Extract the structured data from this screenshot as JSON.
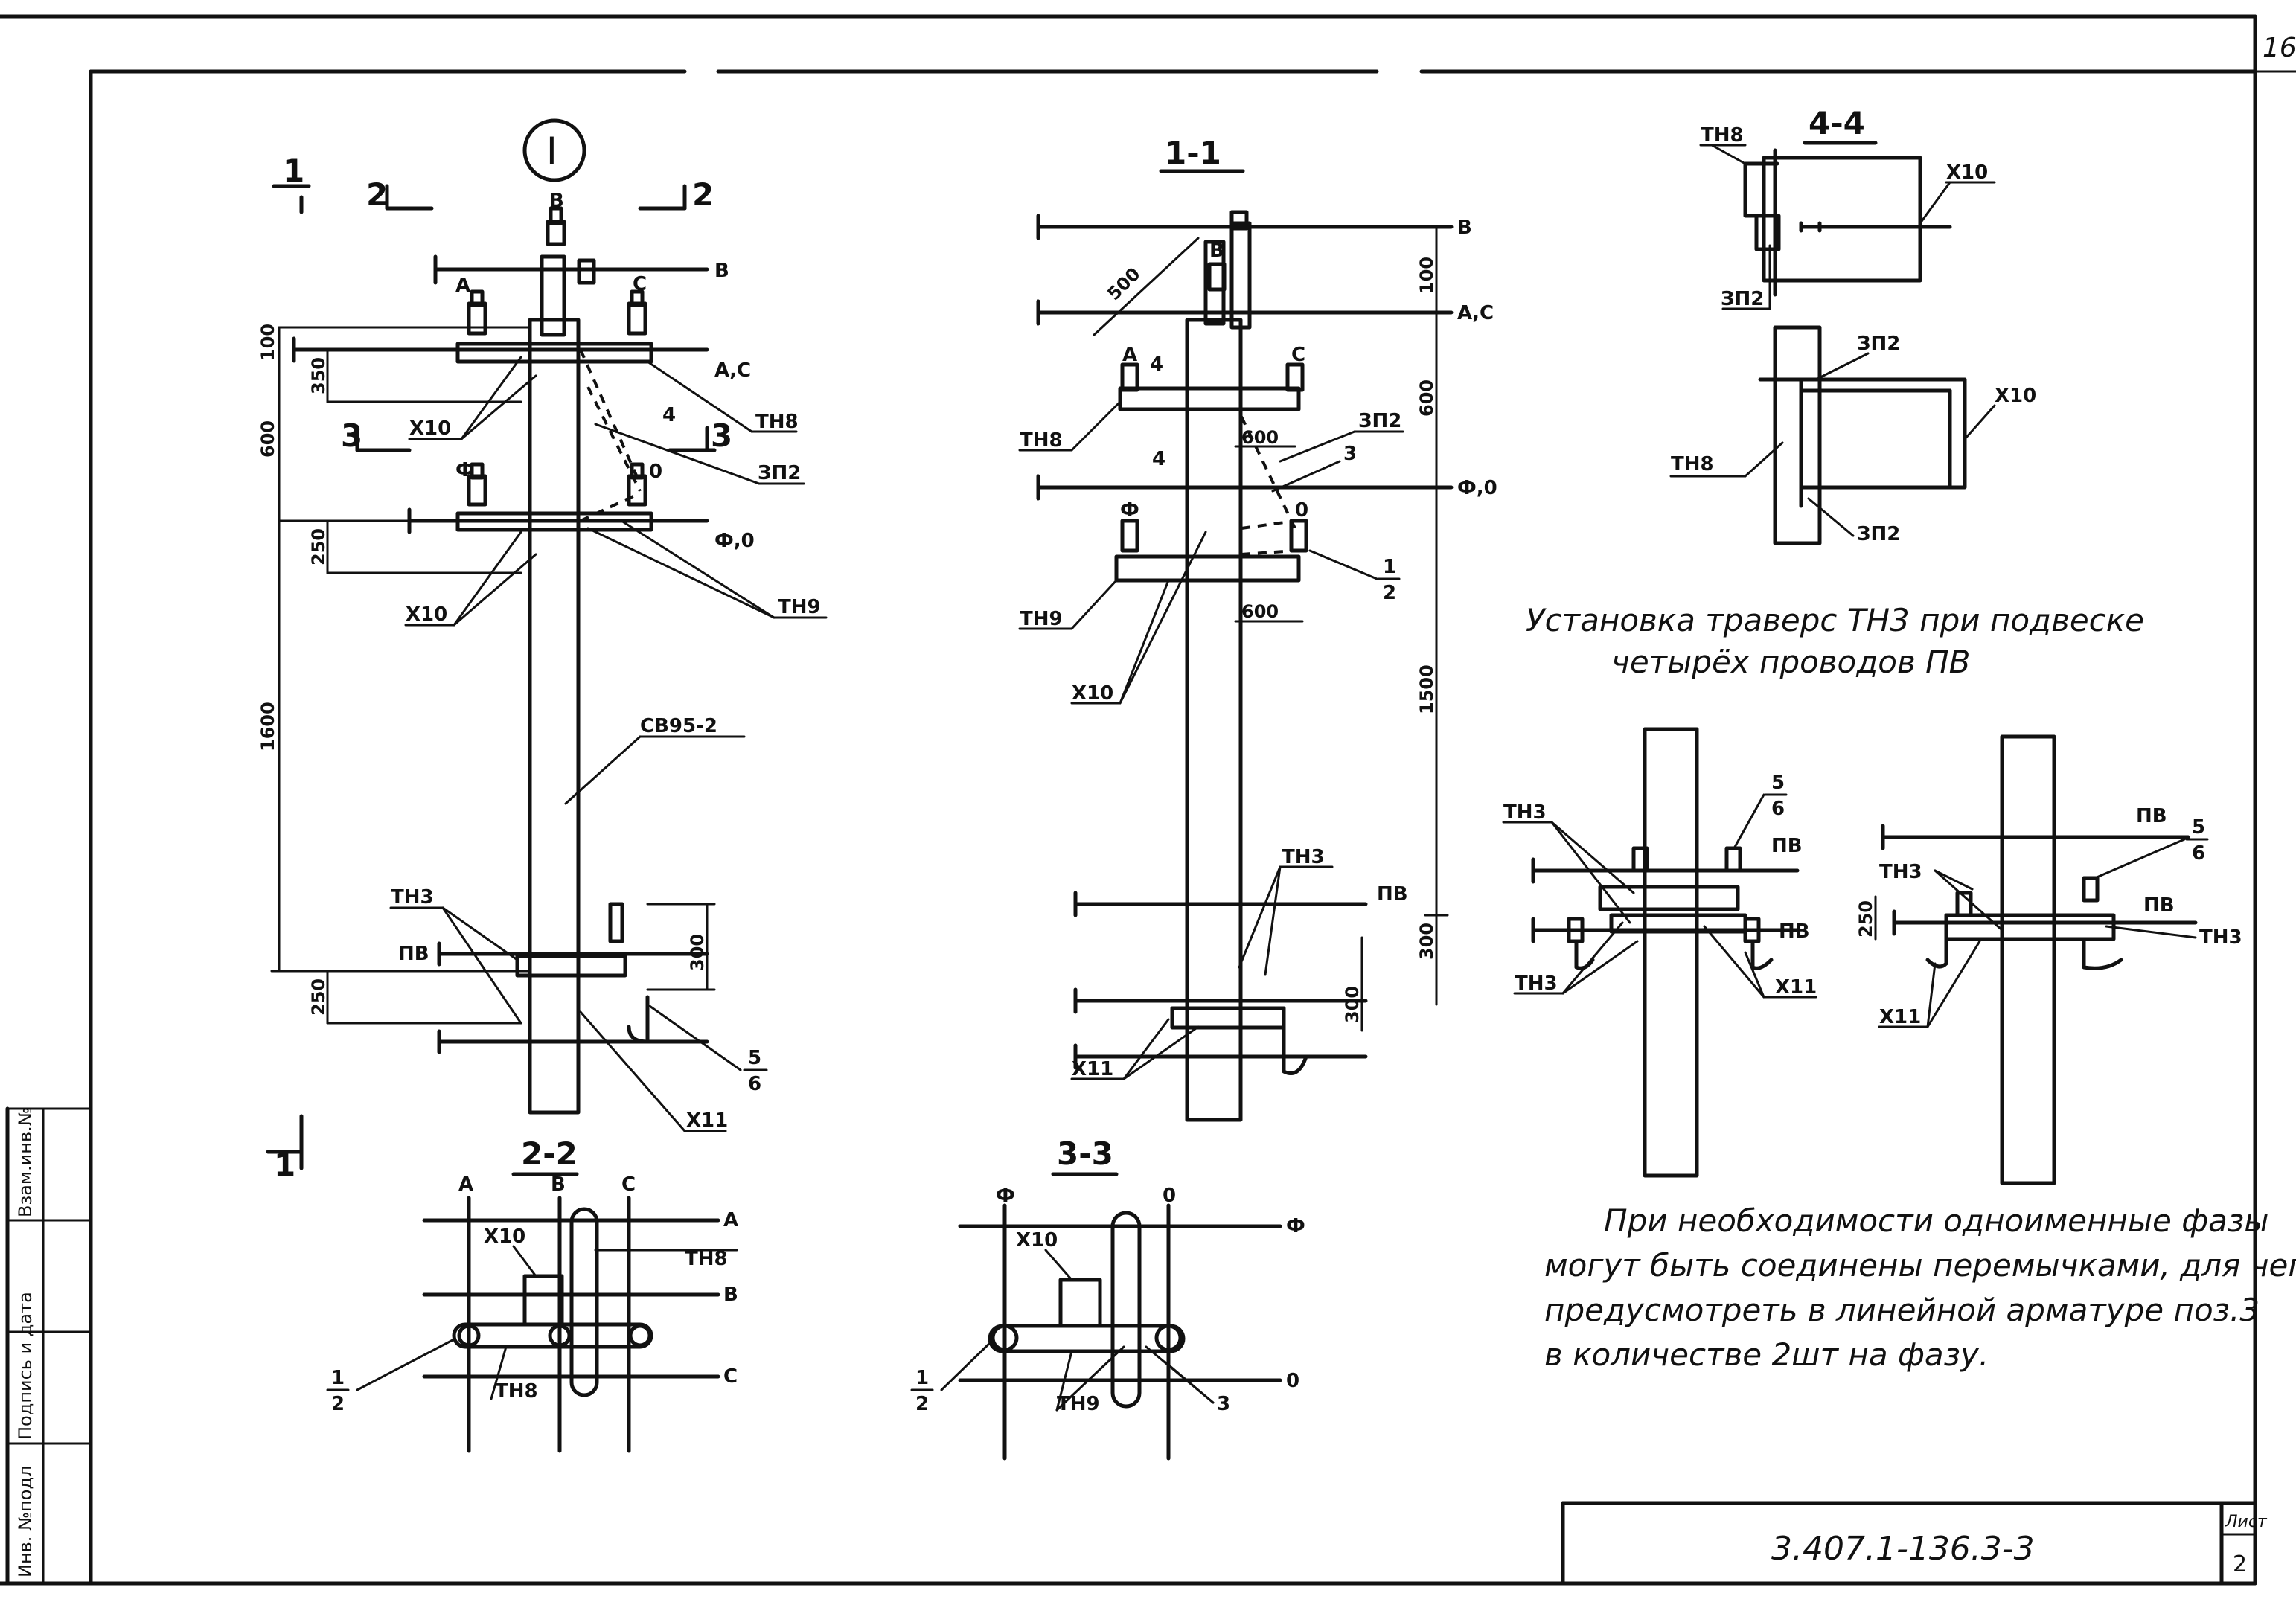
{
  "sheet": {
    "page_number": "16",
    "drawing_code": "3.407.1-136.3-3",
    "sheet_label": "Лист",
    "sheet_no": "2",
    "side_stamp": [
      "Инв. №подл",
      "Подпись и дата",
      "Взам.инв.№"
    ]
  },
  "view1": {
    "marker": "I",
    "cut_marks": [
      "1",
      "2",
      "2",
      "3",
      "3",
      "1"
    ],
    "phase_labels": [
      "А",
      "В",
      "С",
      "Ф",
      "0"
    ],
    "line_labels": [
      "В",
      "А,С",
      "Ф,0",
      "ПВ"
    ],
    "part_labels": [
      "ТН8",
      "ЗП2",
      "Х10",
      "Х10",
      "ТН9",
      "СВ95-2",
      "ТН3",
      "Х11",
      "4"
    ],
    "fraction": [
      "5",
      "6"
    ],
    "dims": [
      "100",
      "350",
      "600",
      "250",
      "1600",
      "300",
      "250"
    ]
  },
  "view11": {
    "title": "1-1",
    "line_labels": [
      "В",
      "А,С",
      "Ф,0",
      "ПВ"
    ],
    "phase_labels": [
      "В",
      "А",
      "С",
      "Ф",
      "0"
    ],
    "part_labels": [
      "ТН8",
      "ЗП2",
      "ТН9",
      "Х10",
      "ТН3",
      "Х11",
      "3",
      "4",
      "4"
    ],
    "fraction": [
      "1",
      "2"
    ],
    "dims": [
      "500",
      "100",
      "600",
      "600",
      "600",
      "1500",
      "300",
      "300"
    ]
  },
  "view22": {
    "title": "2-2",
    "letters": [
      "А",
      "В",
      "С"
    ],
    "right_labels": [
      "А",
      "В",
      "С"
    ],
    "part_labels": [
      "Х10",
      "ТН8",
      "ТН8"
    ],
    "fraction": [
      "1",
      "2"
    ]
  },
  "view33": {
    "title": "3-3",
    "letters": [
      "Ф",
      "0"
    ],
    "right_labels": [
      "Ф",
      "0"
    ],
    "part_labels": [
      "Х10",
      "ТН9",
      "3"
    ],
    "fraction": [
      "1",
      "2"
    ]
  },
  "view44": {
    "title": "4-4",
    "part_labels": [
      "ТН8",
      "Х10",
      "ЗП2"
    ],
    "lower_labels": [
      "ЗП2",
      "Х10",
      "ТН8",
      "ЗП2"
    ]
  },
  "install": {
    "title_line1": "Установка траверс ТН3 при подвеске",
    "title_line2": "четырёх проводов ПВ",
    "left_labels": [
      "ТН3",
      "ПВ",
      "ПВ",
      "ТН3",
      "Х11"
    ],
    "left_fraction": [
      "5",
      "6"
    ],
    "right_labels": [
      "ПВ",
      "ТН3",
      "ПВ",
      "ТН3",
      "Х11",
      "250"
    ],
    "right_fraction": [
      "5",
      "6"
    ]
  },
  "note": {
    "lines": [
      "При необходимости одноименные фазы",
      "могут быть соединены перемычками, для чего",
      "предусмотреть в линейной арматуре поз.3",
      "в количестве 2шт на фазу."
    ]
  }
}
